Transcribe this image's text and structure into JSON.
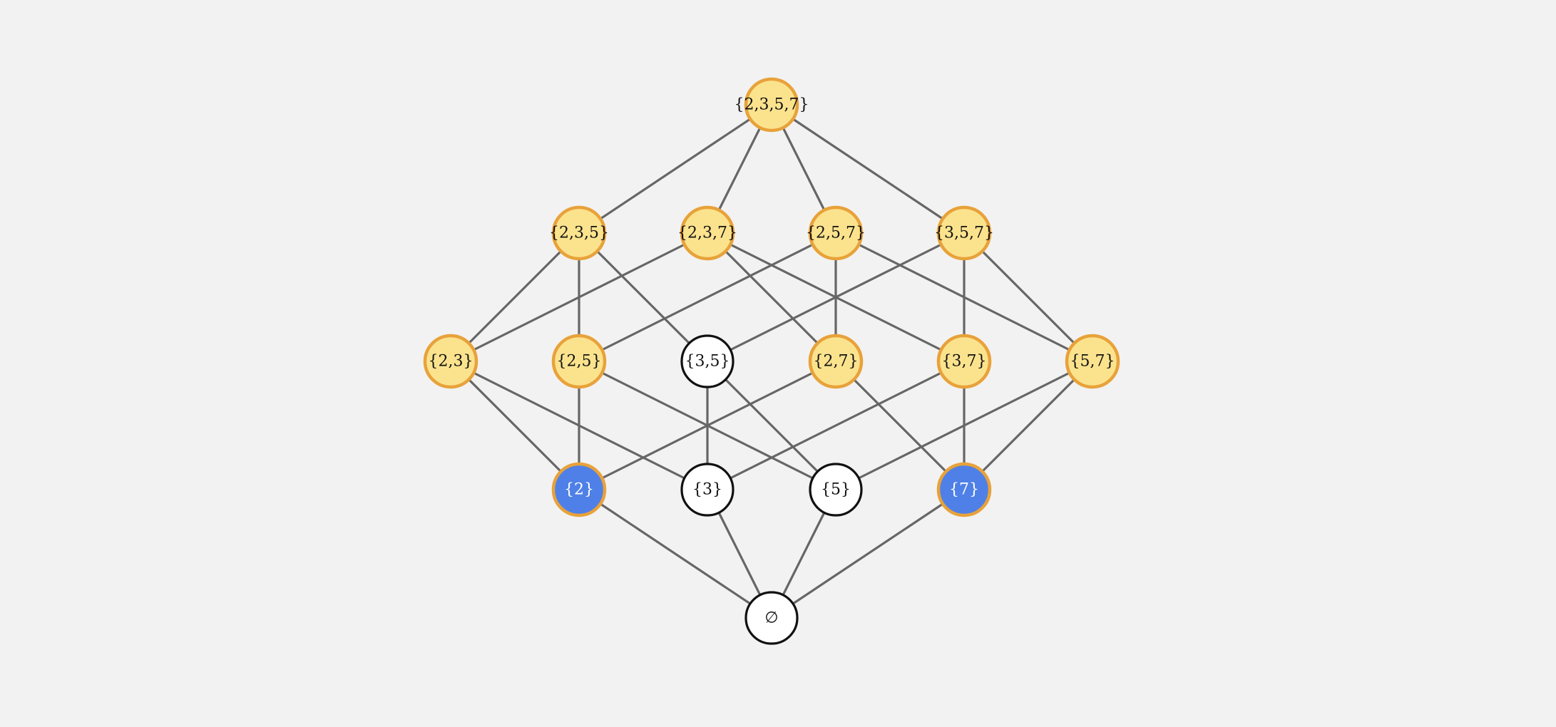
{
  "styles": {
    "background": "#f2f2f2",
    "edge_color": "#666666",
    "highlight_fill": "#fbe38e",
    "highlight_stroke": "#e8a23a",
    "plain_fill": "#ffffff",
    "plain_stroke": "#111111",
    "selected_fill": "#4f80e8",
    "selected_stroke": "#e8a23a",
    "label_color": "#111111",
    "selected_label_color": "#ffffff"
  },
  "nodes": [
    {
      "id": "n2357",
      "label": "{2,3,5,7}",
      "state": "highlight"
    },
    {
      "id": "n235",
      "label": "{2,3,5}",
      "state": "highlight"
    },
    {
      "id": "n237",
      "label": "{2,3,7}",
      "state": "highlight"
    },
    {
      "id": "n257",
      "label": "{2,5,7}",
      "state": "highlight"
    },
    {
      "id": "n357",
      "label": "{3,5,7}",
      "state": "highlight"
    },
    {
      "id": "n23",
      "label": "{2,3}",
      "state": "highlight"
    },
    {
      "id": "n25",
      "label": "{2,5}",
      "state": "highlight"
    },
    {
      "id": "n35",
      "label": "{3,5}",
      "state": "plain"
    },
    {
      "id": "n27",
      "label": "{2,7}",
      "state": "highlight"
    },
    {
      "id": "n37",
      "label": "{3,7}",
      "state": "highlight"
    },
    {
      "id": "n57",
      "label": "{5,7}",
      "state": "highlight"
    },
    {
      "id": "n2",
      "label": "{2}",
      "state": "selected"
    },
    {
      "id": "n3",
      "label": "{3}",
      "state": "plain"
    },
    {
      "id": "n5",
      "label": "{5}",
      "state": "plain"
    },
    {
      "id": "n7",
      "label": "{7}",
      "state": "selected"
    },
    {
      "id": "nempty",
      "label": "∅",
      "state": "plain"
    }
  ],
  "edges": [
    [
      "n2357",
      "n235"
    ],
    [
      "n2357",
      "n237"
    ],
    [
      "n2357",
      "n257"
    ],
    [
      "n2357",
      "n357"
    ],
    [
      "n235",
      "n23"
    ],
    [
      "n235",
      "n25"
    ],
    [
      "n235",
      "n35"
    ],
    [
      "n237",
      "n23"
    ],
    [
      "n237",
      "n27"
    ],
    [
      "n237",
      "n37"
    ],
    [
      "n257",
      "n25"
    ],
    [
      "n257",
      "n27"
    ],
    [
      "n257",
      "n57"
    ],
    [
      "n357",
      "n35"
    ],
    [
      "n357",
      "n37"
    ],
    [
      "n357",
      "n57"
    ],
    [
      "n23",
      "n2"
    ],
    [
      "n23",
      "n3"
    ],
    [
      "n25",
      "n2"
    ],
    [
      "n25",
      "n5"
    ],
    [
      "n35",
      "n3"
    ],
    [
      "n35",
      "n5"
    ],
    [
      "n27",
      "n2"
    ],
    [
      "n27",
      "n7"
    ],
    [
      "n37",
      "n3"
    ],
    [
      "n37",
      "n7"
    ],
    [
      "n57",
      "n5"
    ],
    [
      "n57",
      "n7"
    ],
    [
      "n2",
      "nempty"
    ],
    [
      "n3",
      "nempty"
    ],
    [
      "n5",
      "nempty"
    ],
    [
      "n7",
      "nempty"
    ]
  ]
}
